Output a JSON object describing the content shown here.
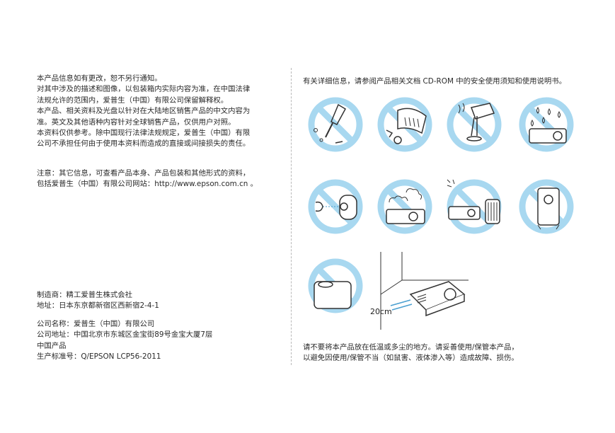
{
  "left": {
    "paragraph": [
      "本产品信息如有更改，恕不另行通知。",
      "对其中涉及的描述和图像，以包装箱内实际内容为准，在中国法律",
      "法规允许的范围内，爱普生（中国）有限公司保留解释权。",
      "本产品、相关资料及光盘以针对在大陆地区销售产品的中文内容为",
      "准。英文及其他语种内容针对全球销售产品，仅供用户对照。",
      "本资料仅供参考。除中国现行法律法规规定，爱普生（中国）有限",
      "公司不承担任何由于使用本资料而造成的直接或间接损失的责任。"
    ],
    "note": [
      "注意：其它信息，可查看产品本身、产品包装和其他形式的资料，",
      "包括爱普生（中国）有限公司网站：http://www.epson.com.cn 。"
    ],
    "manufacturer": "制造商：精工爱普生株式会社",
    "address": "地址：日本东京都新宿区西新宿2-4-1",
    "company": "公司名称：爱普生（中国）有限公司",
    "company_address": "公司地址：中国北京市东城区金宝街89号金宝大厦7层",
    "origin": "中国产品",
    "standard": "生产标准号：Q/EPSON LCP56-2011"
  },
  "right": {
    "intro": "有关详细信息，请参阅产品相关文档 CD-ROM 中的安全使用须知和使用说明书。",
    "distance_label": "20cm",
    "bottom_note": [
      "请不要将本产品放在低温或多尘的地方。请妥善使用/保管本产品，",
      "以避免因使用/保管不当（如鼠害、液体渗入等）造成故障、损伤。"
    ]
  },
  "colors": {
    "prohibition": "#a8d8f0",
    "line": "#333333"
  },
  "icons": [
    "no-disassemble-icon",
    "no-insert-objects-icon",
    "no-hot-surface-icon",
    "no-water-icon",
    "no-look-into-lens-icon",
    "no-smoke-steam-icon",
    "no-heat-sun-icon",
    "no-stand-vertical-icon",
    "no-lens-down-icon",
    "ventilation-clearance-icon"
  ]
}
